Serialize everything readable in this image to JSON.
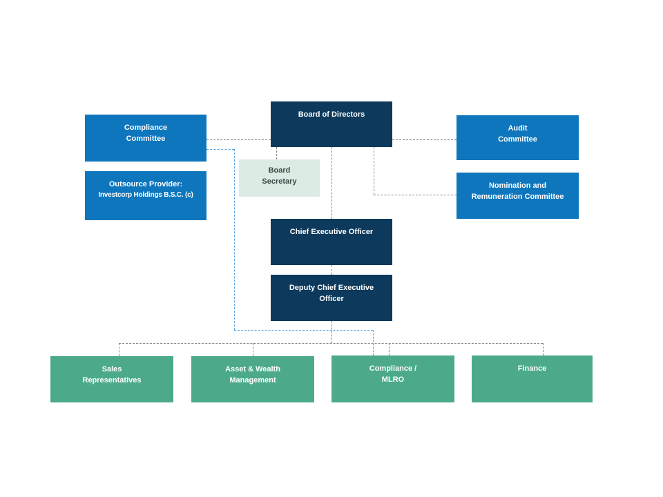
{
  "diagram": {
    "kind": "org-chart",
    "background": "#ffffff"
  },
  "colors": {
    "navy_box": "#0d3a5c",
    "blue_box": "#0e76bd",
    "green_box": "#4caa8b",
    "light_green_box": "#dcebe3",
    "gray_connector": "#848484",
    "blue_connector": "#5aa5e6",
    "text_on_dark": "#ffffff",
    "text_on_light": "#3e4745"
  },
  "nodes": {
    "board_of_directors": {
      "lines": [
        "Board of Directors"
      ]
    },
    "compliance_committee": {
      "lines": [
        "Compliance",
        "Committee"
      ]
    },
    "outsource_provider": {
      "lines": [
        "Outsource Provider:",
        "Investcorp Holdings B.S.C. (c)"
      ]
    },
    "board_secretary": {
      "lines": [
        "Board",
        "Secretary"
      ]
    },
    "audit_committee": {
      "lines": [
        "Audit",
        "Committee"
      ]
    },
    "nomination_committee": {
      "lines": [
        "Nomination and",
        "Remuneration Committee"
      ]
    },
    "ceo": {
      "lines": [
        "Chief Executive Officer"
      ]
    },
    "deputy_ceo": {
      "lines": [
        "Deputy Chief Executive",
        "Officer"
      ]
    },
    "sales_representatives": {
      "lines": [
        "Sales",
        "Representatives"
      ]
    },
    "asset_wealth_management": {
      "lines": [
        "Asset & Wealth",
        "Management"
      ]
    },
    "compliance_mlro": {
      "lines": [
        "Compliance /",
        "MLRO"
      ]
    },
    "finance": {
      "lines": [
        "Finance"
      ]
    }
  }
}
